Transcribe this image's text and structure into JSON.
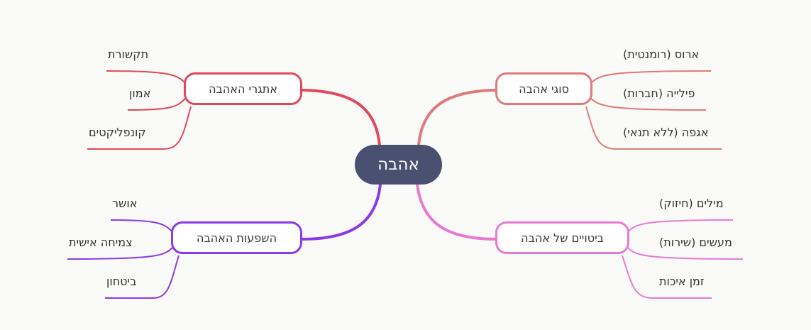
{
  "root": {
    "label": "אהבה",
    "color": "#4a5070"
  },
  "branches": [
    {
      "id": "types",
      "label": "סוגי אהבה",
      "color": "#e07a7a",
      "children": [
        "ארוס (רומנטית)",
        "פילייה (חברות)",
        "אגפה (ללא תנאי)"
      ]
    },
    {
      "id": "challenges",
      "label": "אתגרי האהבה",
      "color": "#e04a5a",
      "children": [
        "תקשורת",
        "אמון",
        "קונפליקטים"
      ]
    },
    {
      "id": "expressions",
      "label": "ביטויים של אהבה",
      "color": "#e87ad0",
      "children": [
        "מילים (חיזוק)",
        "מעשים (שירות)",
        "זמן איכות"
      ]
    },
    {
      "id": "effects",
      "label": "השפעות האהבה",
      "color": "#8a3ae8",
      "children": [
        "אושר",
        "צמיחה אישית",
        "ביטחון"
      ]
    }
  ]
}
